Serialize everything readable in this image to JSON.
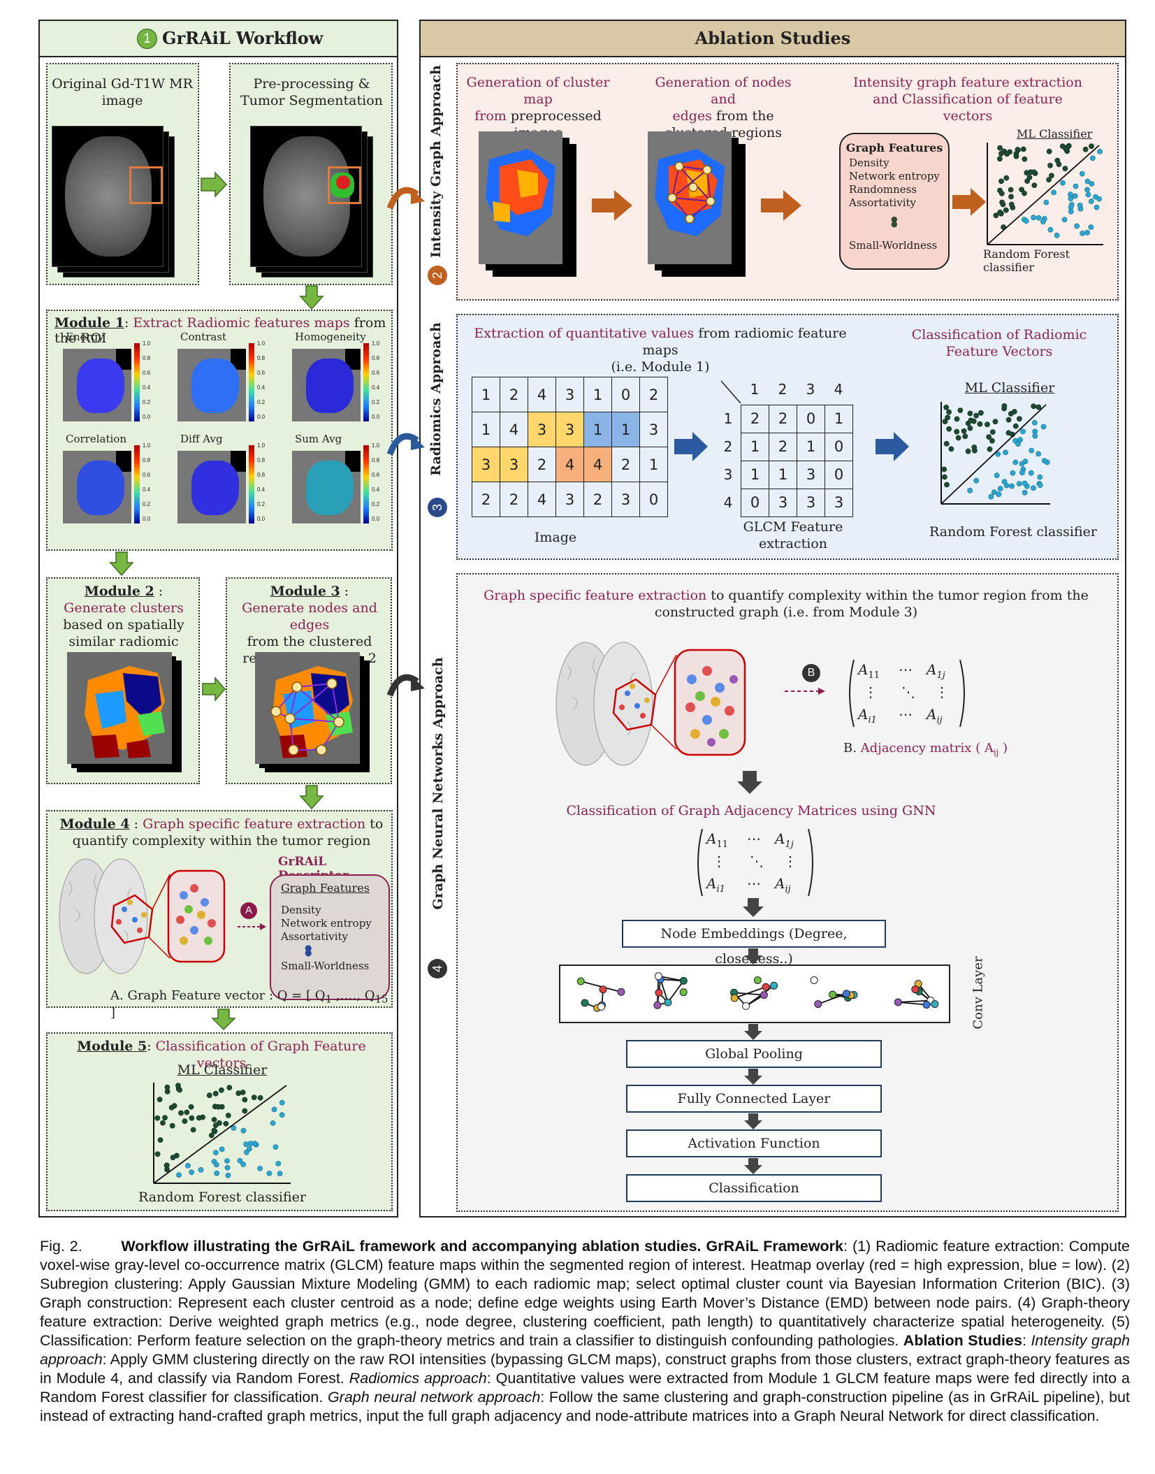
{
  "workflow": {
    "header_number": "1",
    "header": "GrRAiL Workflow",
    "orig_title": "Original Gd-T1W MR image",
    "preproc_title": "Pre-processing & Tumor Segmentation",
    "module1": {
      "label": "Module 1",
      "sep": ": ",
      "red": "Extract Radiomic features maps",
      "rest": " from the ROI",
      "maps": [
        "Energy",
        "Contrast",
        "Homogeneity",
        "Correlation",
        "Diff Avg",
        "Sum Avg"
      ],
      "scale": [
        "1.0",
        "0.8",
        "0.6",
        "0.4",
        "0.2",
        "0.0"
      ]
    },
    "module2": {
      "label": "Module 2",
      "sep": " :",
      "red": "Generate clusters",
      "rest": " based on spatially similar radiomic values"
    },
    "module3": {
      "label": "Module 3",
      "sep": " :",
      "red": "Generate nodes and edges",
      "rest": "from the clustered regions in module 2"
    },
    "module4": {
      "label": "Module 4",
      "sep": " : ",
      "red": "Graph specific feature extraction",
      "rest": " to quantify complexity within the tumor region",
      "descriptor_title": "GrRAiL Descriptor",
      "features_title": "Graph Features",
      "features": [
        "Density",
        "Network entropy",
        "Assortativity"
      ],
      "last_feature": "Small-Worldness",
      "marker": "A",
      "vector_text": "A. Graph Feature vector : Q = [ Q",
      "vector_sub1": "1",
      "vector_mid": " ,…., Q",
      "vector_sub2": "15",
      "vector_end": " ]"
    },
    "module5": {
      "label": "Module 5",
      "sep": ": ",
      "red": "Classification of Graph Feature vectors",
      "ml_title": "ML Classifier",
      "rf": "Random Forest classifier"
    }
  },
  "ablation": {
    "header": "Ablation  Studies",
    "intensity": {
      "number": "2",
      "side_label": "Intensity Graph Approach",
      "step1_red1": "Generation of cluster map",
      "step1_red2": "from",
      "step1_rest": " preprocessed images",
      "step2_red": "Generation of nodes and",
      "step2_red2": "edges",
      "step2_rest": " from the clustered regions",
      "step3_red": "Intensity graph feature extraction and Classification of feature vectors",
      "features_title": "Graph Features",
      "features": [
        "Density",
        "Network entropy",
        "Randomness",
        "Assortativity"
      ],
      "last_feature": "Small-Worldness",
      "ml_title": "ML Classifier",
      "rf": "Random Forest classifier"
    },
    "radiomics": {
      "number": "3",
      "side_label": "Radiomics Approach",
      "extract_red": "Extraction of quantitative values",
      "extract_rest": " from radiomic feature maps",
      "extract_sub": "(i.e. Module 1)",
      "class_red": "Classification of Radiomic Feature Vectors",
      "image_grid": [
        [
          "1",
          "2",
          "4",
          "3",
          "1",
          "0",
          "2"
        ],
        [
          "1",
          "4",
          "3",
          "3",
          "1",
          "1",
          "3"
        ],
        [
          "3",
          "3",
          "2",
          "4",
          "4",
          "2",
          "1"
        ],
        [
          "2",
          "2",
          "4",
          "3",
          "2",
          "3",
          "0"
        ]
      ],
      "image_label": "Image",
      "glcm_cols": [
        "1",
        "2",
        "3",
        "4"
      ],
      "glcm_rows": [
        "1",
        "2",
        "3",
        "4"
      ],
      "glcm": [
        [
          "2",
          "2",
          "0",
          "1"
        ],
        [
          "1",
          "2",
          "1",
          "0"
        ],
        [
          "1",
          "1",
          "3",
          "0"
        ],
        [
          "0",
          "3",
          "3",
          "3"
        ]
      ],
      "glcm_label": "GLCM Feature extraction",
      "ml_title": "ML Classifier",
      "rf": "Random Forest classifier"
    },
    "gnn": {
      "number": "4",
      "side_label": "Graph Neural Networks Approach",
      "intro_red": "Graph specific feature extraction",
      "intro_rest": " to quantify complexity within the tumor region from the constructed graph (i.e. from Module 3)",
      "marker": "B",
      "adj_label_pre": "B. ",
      "adj_label_red": "Adjacency matrix ( A",
      "adj_label_sub": "ij",
      "adj_label_end": " )",
      "class_red": "Classification of Graph Adjacency Matrices using GNN",
      "matrix": {
        "a11": "A",
        "a11s": "11",
        "a1j": "A",
        "a1js": "1j",
        "ai1": "A",
        "ai1s": "i1",
        "aij": "A",
        "aijs": "ij"
      },
      "steps": [
        "Node Embeddings (Degree, closeness..)",
        "Global Pooling",
        "Fully Connected Layer",
        "Activation Function",
        "Classification"
      ],
      "conv_label": "Conv Layer"
    }
  },
  "caption": {
    "fig": "Fig. 2.",
    "bold1": "Workflow illustrating the GrRAiL framework and accompanying ablation studies. GrRAiL Framework",
    "t1": ": (1) Radiomic feature extraction: Compute voxel-wise gray-level co-occurrence matrix (GLCM) feature maps within the segmented region of interest. Heatmap overlay (red = high expression, blue = low). (2) Subregion clustering: Apply Gaussian Mixture Modeling (GMM) to each radiomic map; select optimal cluster count via Bayesian Information Criterion (BIC). (3) Graph construction: Represent each cluster centroid as a node; define edge weights using Earth Mover’s Distance (EMD) between node pairs. (4) Graph-theory feature extraction: Derive weighted graph metrics (e.g., node degree, clustering coefficient, path length) to quantitatively characterize spatial heterogeneity. (5) Classification: Perform feature selection on the graph-theory metrics and train a classifier to distinguish confounding pathologies. ",
    "bold2": "Ablation Studies",
    "t2": ": ",
    "it1": "Intensity graph approach",
    "t3": ": Apply GMM clustering directly on the raw ROI intensities (bypassing GLCM maps), construct graphs from those clusters, extract graph-theory features as in Module 4, and classify via Random Forest. ",
    "it2": "Radiomics approach",
    "t4": ": Quantitative values were extracted from Module 1 GLCM feature maps were fed directly into a Random Forest classifier for classification. ",
    "it3": "Graph neural network approach",
    "t5": ": Follow the same clustering and graph-construction pipeline (as in GrRAiL pipeline), but instead of extracting hand-crafted graph metrics, input the full graph adjacency and node-attribute matrices into a Graph Neural Network for direct classification."
  },
  "colors": {
    "green_panel": "#e6f1dd",
    "arrow_green": "#77b843",
    "arrow_orange": "#d2691e",
    "arrow_blue": "#2c5aa0",
    "header_tan": "#d9c8a5",
    "pink_panel": "#fbeee8",
    "blue_panel": "#e7eff8",
    "maroon": "#8b2252"
  }
}
